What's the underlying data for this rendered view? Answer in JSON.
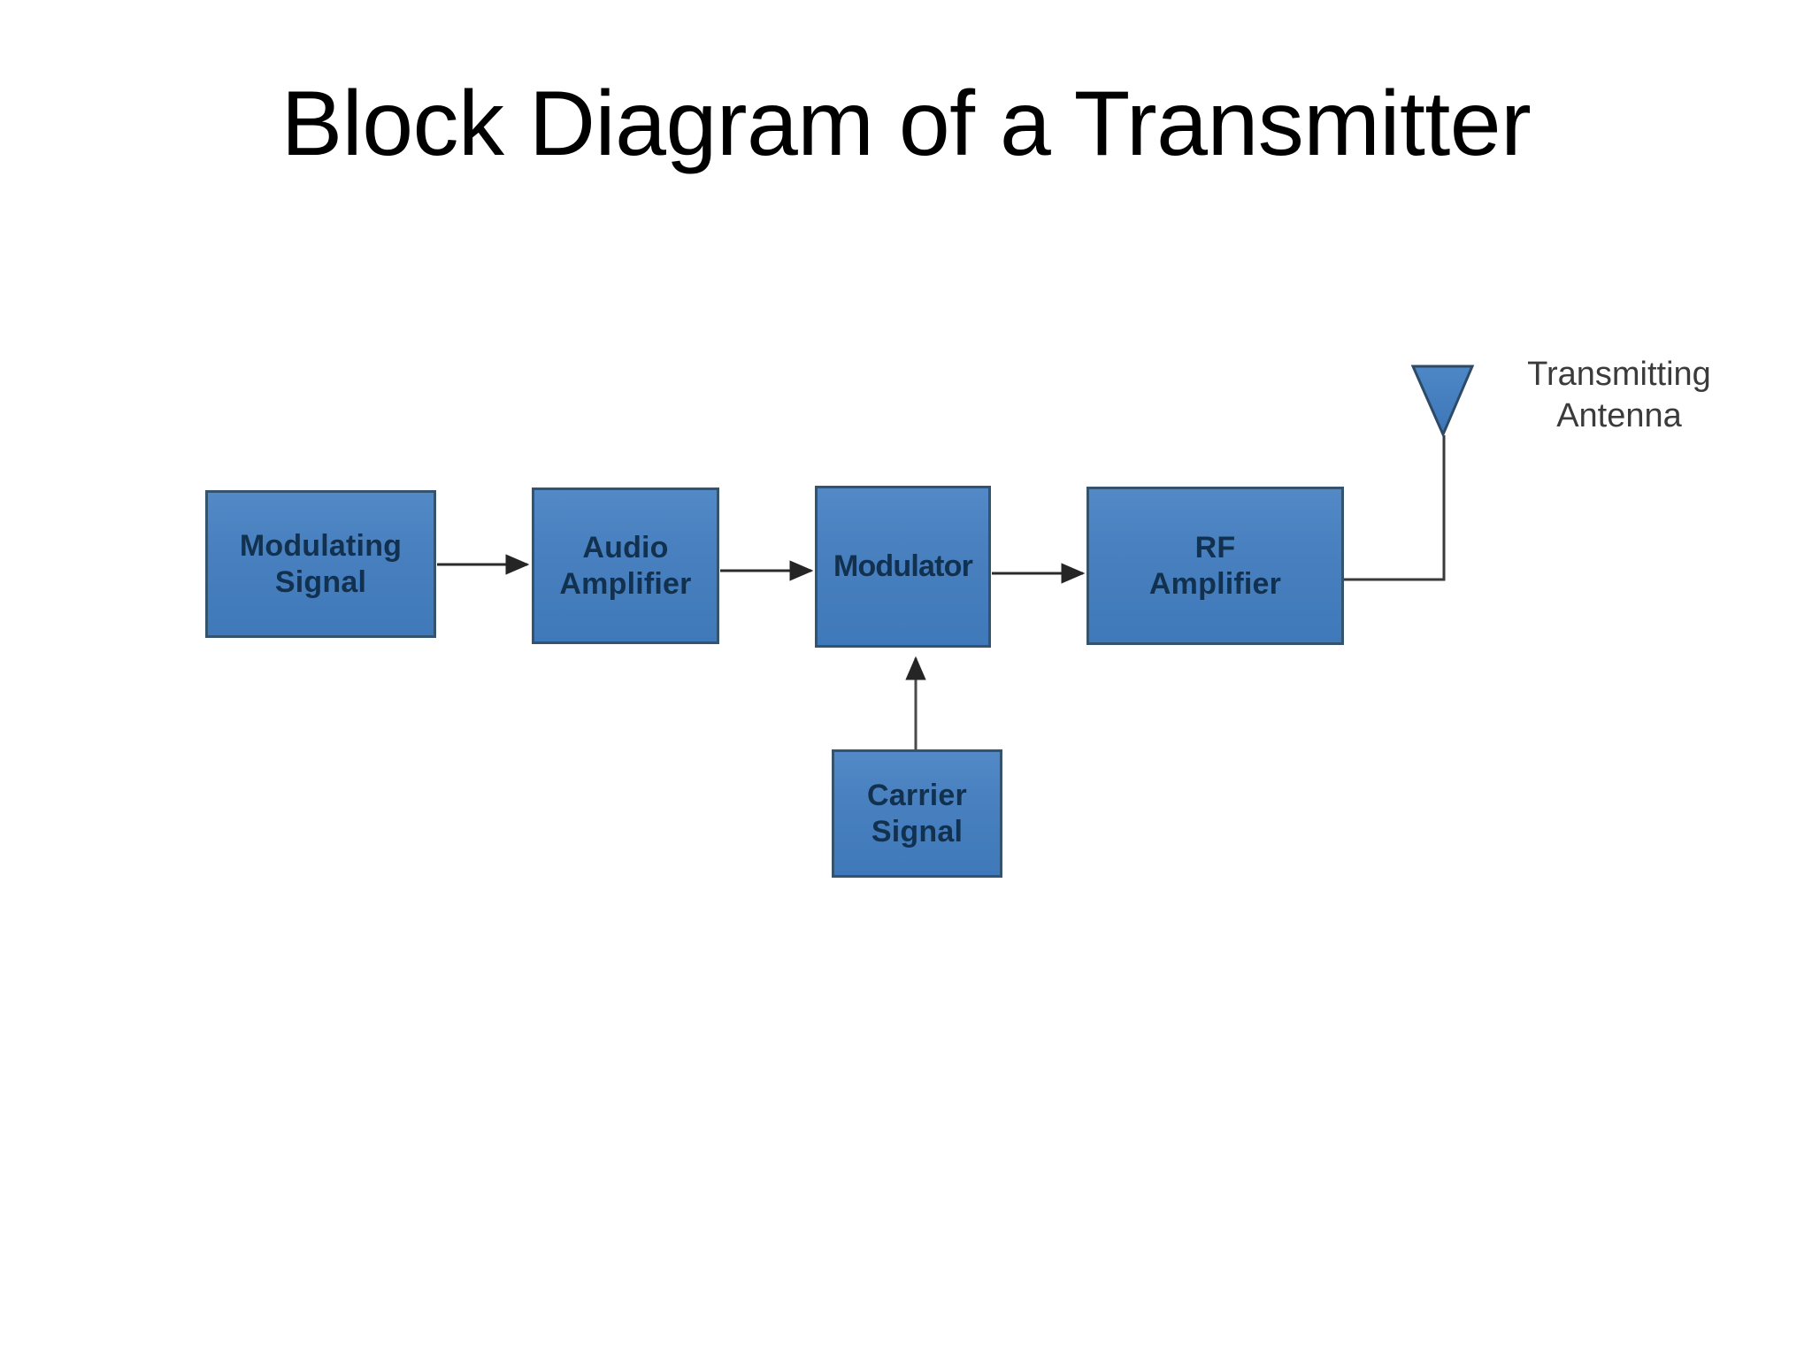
{
  "slide": {
    "title": "Block Diagram of a Transmitter",
    "background_color": "#ffffff",
    "title_color": "#000000"
  },
  "diagram": {
    "type": "block-diagram",
    "block_fill_color": "#4a80bf",
    "block_border_color": "#33536f",
    "block_text_color": "#12314f",
    "connector_color": "#3a3a3a",
    "blocks": [
      {
        "id": "modulating-signal",
        "label": "Modulating\nSignal"
      },
      {
        "id": "audio-amplifier",
        "label": "Audio\nAmplifier"
      },
      {
        "id": "modulator",
        "label": "Modulator"
      },
      {
        "id": "rf-amplifier",
        "label": "RF\nAmplifier"
      },
      {
        "id": "carrier-signal",
        "label": "Carrier\nSignal"
      }
    ],
    "antenna": {
      "label": "Transmitting\nAntenna",
      "label_color": "#3b3b3b",
      "shape": "inverted-triangle",
      "fill_color": "#4a80bf"
    },
    "connections": [
      {
        "from": "modulating-signal",
        "to": "audio-amplifier",
        "arrow": true
      },
      {
        "from": "audio-amplifier",
        "to": "modulator",
        "arrow": true
      },
      {
        "from": "modulator",
        "to": "rf-amplifier",
        "arrow": true
      },
      {
        "from": "carrier-signal",
        "to": "modulator",
        "arrow": true
      },
      {
        "from": "rf-amplifier",
        "to": "antenna",
        "arrow": false
      }
    ]
  }
}
